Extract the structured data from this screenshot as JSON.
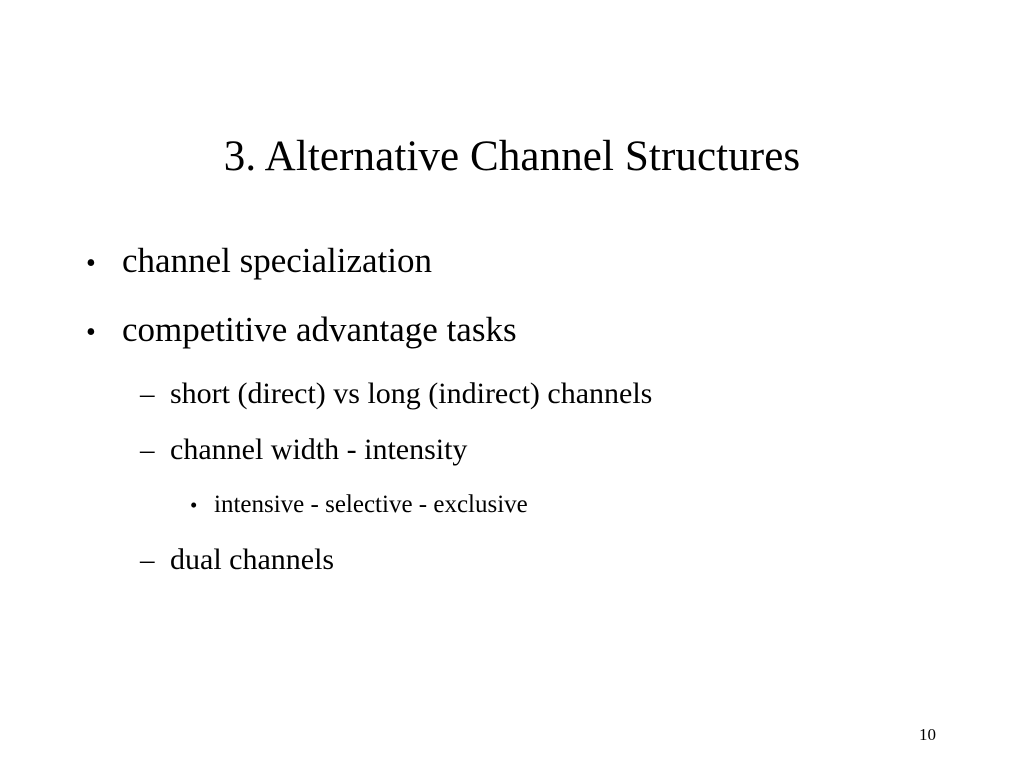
{
  "slide": {
    "title": "3. Alternative Channel Structures",
    "page_number": "10",
    "background_color": "#ffffff",
    "text_color": "#000000",
    "markers": {
      "level1": "•",
      "level2": "–",
      "level3": "•"
    },
    "bullets": [
      {
        "level": 1,
        "marker": "•",
        "text": "channel specialization"
      },
      {
        "level": 1,
        "marker": "•",
        "text": "competitive advantage tasks"
      },
      {
        "level": 2,
        "marker": "–",
        "text": "short (direct) vs long (indirect) channels"
      },
      {
        "level": 2,
        "marker": "–",
        "text": "channel width - intensity"
      },
      {
        "level": 3,
        "marker": "•",
        "text": "intensive - selective - exclusive"
      },
      {
        "level": 2,
        "marker": "–",
        "text": "dual channels"
      }
    ]
  }
}
